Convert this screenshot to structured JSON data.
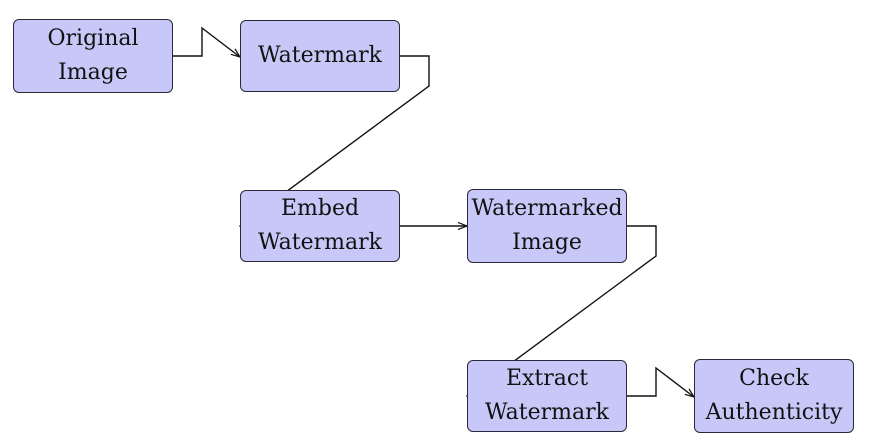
{
  "diagram": {
    "nodes": [
      {
        "id": "original-image",
        "label": "Original\nImage"
      },
      {
        "id": "watermark",
        "label": "Watermark"
      },
      {
        "id": "embed-watermark",
        "label": "Embed\nWatermark"
      },
      {
        "id": "watermarked-image",
        "label": "Watermarked\nImage"
      },
      {
        "id": "extract-watermark",
        "label": "Extract\nWatermark"
      },
      {
        "id": "check-authenticity",
        "label": "Check\nAuthenticity"
      }
    ],
    "edges": [
      {
        "from": "original-image",
        "to": "watermark"
      },
      {
        "from": "watermark",
        "to": "embed-watermark"
      },
      {
        "from": "embed-watermark",
        "to": "watermarked-image"
      },
      {
        "from": "watermarked-image",
        "to": "extract-watermark"
      },
      {
        "from": "extract-watermark",
        "to": "check-authenticity"
      }
    ],
    "colors": {
      "node_fill": "#c8c8f8",
      "node_border": "#2a2a3a",
      "edge": "#111111"
    }
  }
}
